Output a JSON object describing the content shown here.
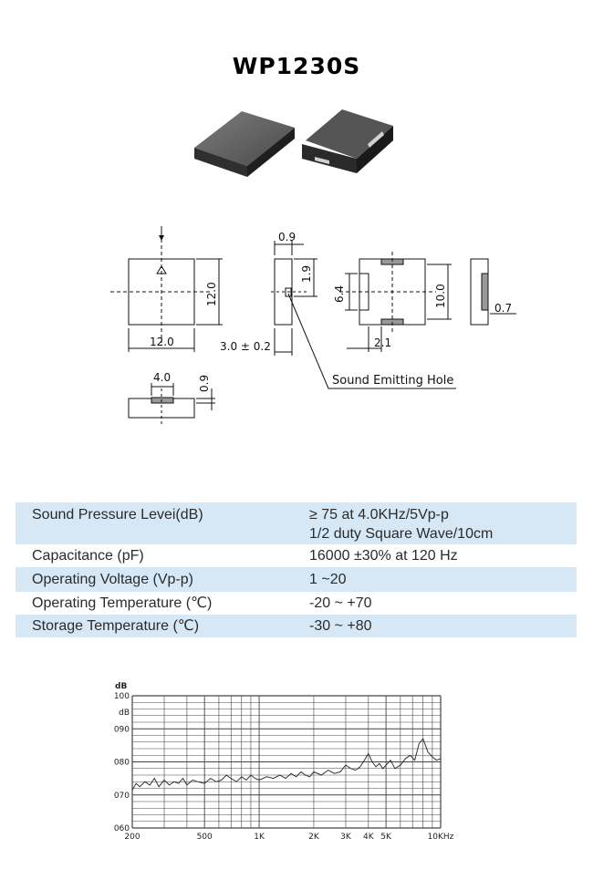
{
  "title": "WP1230S",
  "drawing": {
    "dims": {
      "top_w": "12.0",
      "top_h": "12.0",
      "side_gap": "0.9",
      "hole_h": "1.9",
      "thick": "3.0 ± 0.2",
      "bot_w6": "6.4",
      "bot_h": "10.0",
      "bot_x": "2.1",
      "pad_t": "0.7",
      "base_w": "4.0",
      "base_h": "0.9"
    },
    "callout": "Sound Emitting Hole"
  },
  "specs": [
    {
      "label": "Sound Pressure Levei(dB)",
      "value": "≥ 75 at 4.0KHz/5Vp-p",
      "value2": "1/2 duty Square Wave/10cm"
    },
    {
      "label": "Capacitance (pF)",
      "value": "16000 ±30% at 120 Hz"
    },
    {
      "label": "Operating Voltage (Vp-p)",
      "value": "1 ~20"
    },
    {
      "label": "Operating Temperature (℃)",
      "value": "-20 ~ +70"
    },
    {
      "label": "Storage Temperature (℃)",
      "value": "-30 ~ +80"
    }
  ],
  "chart_data": {
    "type": "line",
    "title": "",
    "ylabel": "dB",
    "xlabel": "",
    "x_scale": "log",
    "xlim": [
      200,
      10000
    ],
    "ylim": [
      60,
      100
    ],
    "grid": true,
    "x_ticks": [
      {
        "v": 200,
        "label": "200"
      },
      {
        "v": 500,
        "label": "500"
      },
      {
        "v": 1000,
        "label": "1K"
      },
      {
        "v": 2000,
        "label": "2K"
      },
      {
        "v": 3000,
        "label": "3K"
      },
      {
        "v": 4000,
        "label": "4K"
      },
      {
        "v": 5000,
        "label": "5K"
      },
      {
        "v": 10000,
        "label": "10KHz"
      }
    ],
    "y_ticks": [
      {
        "v": 100,
        "label": "100"
      },
      {
        "v": 95,
        "label": "dB"
      },
      {
        "v": 90,
        "label": "090"
      },
      {
        "v": 80,
        "label": "080"
      },
      {
        "v": 70,
        "label": "070"
      },
      {
        "v": 60,
        "label": "060"
      }
    ],
    "series": [
      {
        "x": [
          200,
          210,
          220,
          235,
          250,
          265,
          280,
          300,
          320,
          340,
          360,
          380,
          400,
          430,
          460,
          500,
          540,
          580,
          620,
          660,
          700,
          750,
          800,
          850,
          900,
          950,
          1000,
          1100,
          1200,
          1300,
          1400,
          1500,
          1600,
          1700,
          1800,
          1900,
          2000,
          2200,
          2400,
          2600,
          2800,
          3000,
          3200,
          3400,
          3600,
          3800,
          4000,
          4200,
          4400,
          4600,
          4800,
          5000,
          5300,
          5600,
          6000,
          6400,
          6800,
          7200,
          7600,
          8000,
          8500,
          9000,
          9500,
          10000
        ],
        "y": [
          71.5,
          73.5,
          72.5,
          74,
          73,
          75,
          72.5,
          74.5,
          73,
          74,
          73.5,
          75,
          73,
          74.5,
          74,
          73.5,
          75,
          74,
          74.5,
          76,
          75,
          74,
          75.5,
          74.5,
          76,
          75,
          74.5,
          75.5,
          75,
          76,
          75,
          76.5,
          75.5,
          77,
          76,
          75.5,
          77,
          76,
          77.5,
          76.5,
          77,
          79,
          78,
          77.5,
          78.5,
          80.5,
          82.5,
          80,
          78.5,
          79.5,
          78,
          79,
          80.5,
          78,
          79,
          81,
          82,
          80.5,
          85.5,
          87,
          83,
          81.5,
          80.5,
          81
        ]
      }
    ]
  }
}
